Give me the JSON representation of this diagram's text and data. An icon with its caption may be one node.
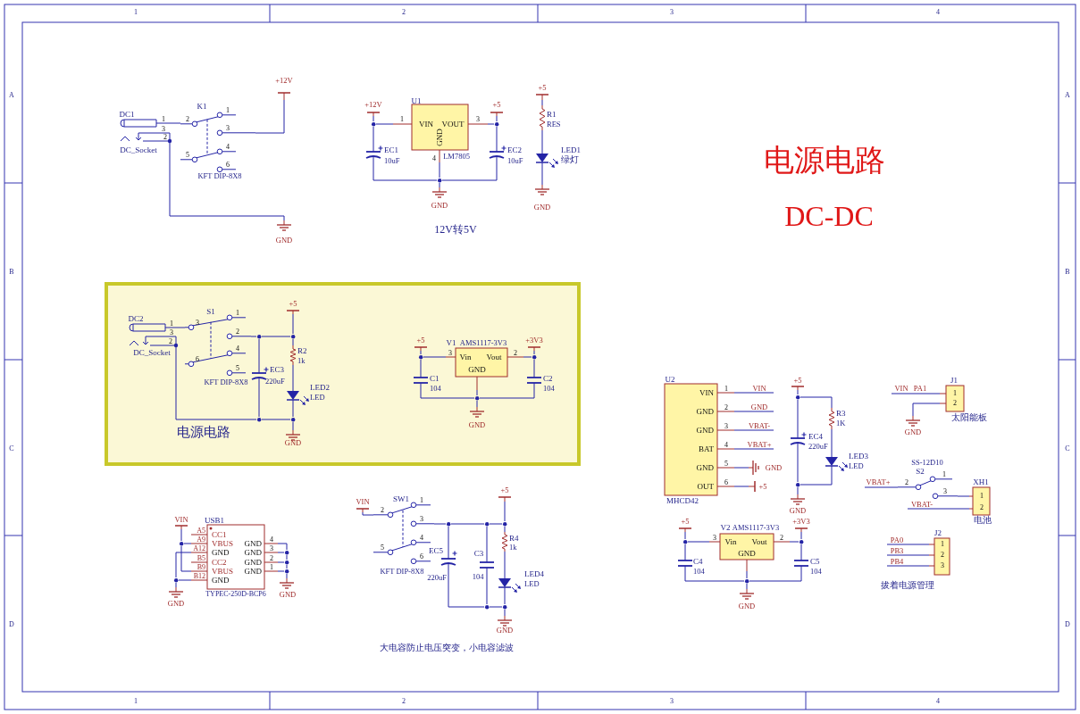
{
  "diagram": {
    "title": "电源电路",
    "nodes": [
      {
        "text": [
          "DC1",
          "1",
          "3",
          "2",
          "DC_Socket"
        ]
      },
      {
        "text": [
          "K1",
          "1",
          "2",
          "3",
          "4",
          "5",
          "6",
          "KFT DIP-8X8"
        ]
      },
      {
        "text": [
          "+12V"
        ]
      },
      {
        "text": [
          "GND"
        ]
      },
      {
        "text": [
          "+12V"
        ]
      },
      {
        "text": [
          "EC1",
          "10uF"
        ]
      },
      {
        "text": [
          "U1",
          "1",
          "VIN",
          "VOUT",
          "3",
          "GND",
          "LM7805",
          "4"
        ]
      },
      {
        "text": [
          "+5"
        ]
      },
      {
        "text": [
          "EC2",
          "10uF"
        ]
      },
      {
        "text": [
          "GND"
        ]
      },
      {
        "text": [
          "+5"
        ]
      },
      {
        "text": [
          "R1",
          "RES"
        ]
      },
      {
        "text": [
          "LED1",
          "绿灯"
        ]
      },
      {
        "text": [
          "GND"
        ]
      },
      {
        "text": [
          "电源电路"
        ]
      },
      {
        "text": [
          "DC2",
          "1",
          "3",
          "2",
          "DC_Socket"
        ],
        "in": 14
      },
      {
        "text": [
          "S1",
          "1",
          "3",
          "2",
          "4",
          "6",
          "5",
          "KFT DIP-8X8"
        ],
        "in": 14
      },
      {
        "text": [
          "+5"
        ],
        "in": 14
      },
      {
        "text": [
          "R2",
          "1k"
        ],
        "in": 14
      },
      {
        "text": [
          "EC3",
          "220uF"
        ],
        "in": 14
      },
      {
        "text": [
          "LED2",
          "LED"
        ],
        "in": 14
      },
      {
        "text": [
          "GND"
        ],
        "in": 14
      },
      {
        "text": [
          "+5"
        ],
        "in": 14
      },
      {
        "text": [
          "C1",
          "104"
        ],
        "in": 14
      },
      {
        "text": [
          "V1",
          "AMS1117-3V3",
          "3",
          "Vin",
          "Vout",
          "2",
          "GND"
        ],
        "in": 14
      },
      {
        "text": [
          "+3V3"
        ],
        "in": 14
      },
      {
        "text": [
          "C2",
          "104"
        ],
        "in": 14
      },
      {
        "text": [
          "GND"
        ],
        "in": 14
      },
      {
        "text": [
          "VIN"
        ]
      },
      {
        "text": [
          "USB1",
          "A5",
          "A9",
          "A12",
          "B5",
          "B9",
          "B12",
          "CC1",
          "VBUS",
          "GND",
          "CC2",
          "VBUS",
          "GND",
          "GND",
          "GND",
          "GND",
          "GND",
          "4",
          "3",
          "2",
          "1",
          "TYPEC-250D-BCP6"
        ]
      },
      {
        "text": [
          "GND"
        ]
      },
      {
        "text": [
          "GND"
        ]
      },
      {
        "text": [
          "VIN"
        ]
      },
      {
        "text": [
          "SW1",
          "1",
          "2",
          "3",
          "4",
          "5",
          "6",
          "KFT DIP-8X8"
        ]
      },
      {
        "text": [
          "+5"
        ]
      },
      {
        "text": [
          "EC5",
          "220uF"
        ]
      },
      {
        "text": [
          "C3",
          "104"
        ]
      },
      {
        "text": [
          "R4",
          "1k"
        ]
      },
      {
        "text": [
          "LED4",
          "LED"
        ]
      },
      {
        "text": [
          "GND"
        ]
      },
      {
        "text": [
          "U2",
          "VIN",
          "GND",
          "GND",
          "BAT",
          "GND",
          "OUT",
          "1",
          "2",
          "3",
          "4",
          "5",
          "6",
          "MHCD42"
        ]
      },
      {
        "text": [
          "VIN"
        ]
      },
      {
        "text": [
          "GND"
        ]
      },
      {
        "text": [
          "VBAT-"
        ]
      },
      {
        "text": [
          "VBAT+"
        ]
      },
      {
        "text": [
          "GND"
        ]
      },
      {
        "text": [
          "+5"
        ]
      },
      {
        "text": [
          "+5"
        ]
      },
      {
        "text": [
          "EC4",
          "220uF"
        ]
      },
      {
        "text": [
          "R3",
          "1K"
        ]
      },
      {
        "text": [
          "LED3",
          "LED"
        ]
      },
      {
        "text": [
          "GND"
        ]
      },
      {
        "text": [
          "VIN",
          "PA1"
        ]
      },
      {
        "text": [
          "J1",
          "1",
          "2",
          "太阳能板"
        ]
      },
      {
        "text": [
          "GND"
        ]
      },
      {
        "text": [
          "SS-12D10",
          "S2",
          "1",
          "2",
          "3"
        ]
      },
      {
        "text": [
          "VBAT+"
        ]
      },
      {
        "text": [
          "VBAT-"
        ]
      },
      {
        "text": [
          "XH1",
          "1",
          "2",
          "电池"
        ]
      },
      {
        "text": [
          "J2",
          "1",
          "2",
          "3"
        ],
        "beside": [
          "拔着电源管理"
        ]
      },
      {
        "text": [
          "PA0"
        ]
      },
      {
        "text": [
          "PB3"
        ]
      },
      {
        "text": [
          "PB4"
        ]
      },
      {
        "text": [
          "+5"
        ]
      },
      {
        "text": [
          "C4",
          "104"
        ]
      },
      {
        "text": [
          "V2",
          "AMS1117-3V3",
          "3",
          "Vin",
          "Vout",
          "2",
          "GND"
        ]
      },
      {
        "text": [
          "+3V3"
        ]
      },
      {
        "text": [
          "C5",
          "104"
        ]
      },
      {
        "text": [
          "GND"
        ]
      },
      {
        "text": [],
        "shape": "circle"
      },
      {
        "text": [],
        "shape": "circle"
      },
      {
        "text": [],
        "shape": "circle"
      },
      {
        "text": [],
        "shape": "circle",
        "in": 14
      },
      {
        "text": [],
        "shape": "circle",
        "in": 14
      },
      {
        "text": [],
        "shape": "circle",
        "in": 14
      },
      {
        "text": [],
        "shape": "circle",
        "in": 14
      },
      {
        "text": [],
        "shape": "circle",
        "in": 14
      },
      {
        "text": [],
        "shape": "circle",
        "in": 14
      },
      {
        "text": [],
        "shape": "circle",
        "in": 14
      },
      {
        "text": [],
        "shape": "circle"
      },
      {
        "text": [],
        "shape": "circle"
      },
      {
        "text": [],
        "shape": "circle"
      },
      {
        "text": [],
        "shape": "circle"
      },
      {
        "text": [],
        "shape": "circle"
      },
      {
        "text": [],
        "shape": "circle"
      },
      {
        "text": [],
        "shape": "circle"
      },
      {
        "text": [],
        "shape": "circle"
      },
      {
        "text": [],
        "shape": "circle"
      },
      {
        "text": [],
        "shape": "circle"
      },
      {
        "text": [],
        "shape": "circle"
      },
      {
        "text": [],
        "shape": "circle"
      },
      {
        "text": [],
        "shape": "circle"
      },
      {
        "text": [],
        "shape": "circle"
      },
      {
        "text": [],
        "shape": "circle"
      }
    ],
    "edges": [
      {
        "from": 0,
        "to": 1,
        "arrow": "none"
      },
      {
        "from": 1,
        "to": 2,
        "arrow": "none"
      },
      {
        "from": 0,
        "to": 3,
        "arrow": "none"
      },
      {
        "from": 4,
        "to": 69,
        "arrow": "none"
      },
      {
        "from": 69,
        "to": 6,
        "arrow": "none"
      },
      {
        "from": 69,
        "to": 5,
        "arrow": "none"
      },
      {
        "from": 5,
        "to": 70,
        "arrow": "none"
      },
      {
        "from": 6,
        "to": 70,
        "arrow": "none"
      },
      {
        "from": 8,
        "to": 70,
        "arrow": "none"
      },
      {
        "from": 70,
        "to": 9,
        "arrow": "none"
      },
      {
        "from": 6,
        "to": 71,
        "arrow": "none"
      },
      {
        "from": 71,
        "to": 7,
        "arrow": "none"
      },
      {
        "from": 71,
        "to": 8,
        "arrow": "none"
      },
      {
        "from": 10,
        "to": 11,
        "arrow": "none"
      },
      {
        "from": 11,
        "to": 12,
        "arrow": "none"
      },
      {
        "from": 12,
        "to": 13,
        "arrow": "none"
      },
      {
        "from": 15,
        "to": 16,
        "arrow": "none"
      },
      {
        "from": 16,
        "to": 72,
        "arrow": "none"
      },
      {
        "from": 72,
        "to": 73,
        "arrow": "none"
      },
      {
        "from": 72,
        "to": 19,
        "arrow": "none"
      },
      {
        "from": 17,
        "to": 73,
        "arrow": "none"
      },
      {
        "from": 73,
        "to": 18,
        "arrow": "none"
      },
      {
        "from": 18,
        "to": 20,
        "arrow": "none"
      },
      {
        "from": 20,
        "to": 75,
        "arrow": "none"
      },
      {
        "from": 19,
        "to": 74,
        "arrow": "none"
      },
      {
        "from": 15,
        "to": 74,
        "arrow": "none"
      },
      {
        "from": 74,
        "to": 75,
        "arrow": "none"
      },
      {
        "from": 75,
        "to": 21,
        "arrow": "none"
      },
      {
        "from": 22,
        "to": 76,
        "arrow": "none"
      },
      {
        "from": 76,
        "to": 24,
        "arrow": "none"
      },
      {
        "from": 76,
        "to": 23,
        "arrow": "none"
      },
      {
        "from": 24,
        "to": 77,
        "arrow": "none"
      },
      {
        "from": 77,
        "to": 25,
        "arrow": "none"
      },
      {
        "from": 77,
        "to": 26,
        "arrow": "none"
      },
      {
        "from": 23,
        "to": 78,
        "arrow": "none"
      },
      {
        "from": 26,
        "to": 78,
        "arrow": "none"
      },
      {
        "from": 24,
        "to": 78,
        "arrow": "none"
      },
      {
        "from": 78,
        "to": 27,
        "arrow": "none"
      },
      {
        "from": 28,
        "to": 79,
        "arrow": "none"
      },
      {
        "from": 79,
        "to": 29,
        "arrow": "none"
      },
      {
        "from": 79,
        "to": 29,
        "arrow": "none"
      },
      {
        "from": 29,
        "to": 80,
        "arrow": "none"
      },
      {
        "from": 29,
        "to": 80,
        "arrow": "none"
      },
      {
        "from": 80,
        "to": 30,
        "arrow": "none"
      },
      {
        "from": 29,
        "to": 81,
        "arrow": "none"
      },
      {
        "from": 29,
        "to": 81,
        "arrow": "none"
      },
      {
        "from": 81,
        "to": 82,
        "arrow": "none"
      },
      {
        "from": 29,
        "to": 82,
        "arrow": "none"
      },
      {
        "from": 82,
        "to": 83,
        "arrow": "none"
      },
      {
        "from": 29,
        "to": 83,
        "arrow": "none"
      },
      {
        "from": 83,
        "to": 31,
        "arrow": "none"
      },
      {
        "from": 32,
        "to": 33,
        "arrow": "none"
      },
      {
        "from": 33,
        "to": 84,
        "arrow": "none"
      },
      {
        "from": 84,
        "to": 35,
        "arrow": "none"
      },
      {
        "from": 84,
        "to": 85,
        "arrow": "none"
      },
      {
        "from": 85,
        "to": 36,
        "arrow": "none"
      },
      {
        "from": 85,
        "to": 86,
        "arrow": "none"
      },
      {
        "from": 34,
        "to": 86,
        "arrow": "none"
      },
      {
        "from": 86,
        "to": 37,
        "arrow": "none"
      },
      {
        "from": 37,
        "to": 38,
        "arrow": "none"
      },
      {
        "from": 38,
        "to": 88,
        "arrow": "none"
      },
      {
        "from": 35,
        "to": 87,
        "arrow": "none"
      },
      {
        "from": 36,
        "to": 87,
        "arrow": "none"
      },
      {
        "from": 87,
        "to": 88,
        "arrow": "none"
      },
      {
        "from": 88,
        "to": 39,
        "arrow": "none"
      },
      {
        "from": 40,
        "to": 41,
        "arrow": "none"
      },
      {
        "from": 40,
        "to": 42,
        "arrow": "none"
      },
      {
        "from": 40,
        "to": 43,
        "arrow": "none"
      },
      {
        "from": 40,
        "to": 44,
        "arrow": "none"
      },
      {
        "from": 40,
        "to": 45,
        "arrow": "none"
      },
      {
        "from": 40,
        "to": 46,
        "arrow": "none"
      },
      {
        "from": 47,
        "to": 89,
        "arrow": "none"
      },
      {
        "from": 89,
        "to": 48,
        "arrow": "none"
      },
      {
        "from": 89,
        "to": 49,
        "arrow": "none"
      },
      {
        "from": 49,
        "to": 50,
        "arrow": "none"
      },
      {
        "from": 50,
        "to": 90,
        "arrow": "none"
      },
      {
        "from": 48,
        "to": 90,
        "arrow": "none"
      },
      {
        "from": 90,
        "to": 51,
        "arrow": "none"
      },
      {
        "from": 52,
        "to": 53,
        "arrow": "none"
      },
      {
        "from": 53,
        "to": 54,
        "arrow": "none"
      },
      {
        "from": 56,
        "to": 55,
        "arrow": "none"
      },
      {
        "from": 55,
        "to": 58,
        "arrow": "none"
      },
      {
        "from": 57,
        "to": 58,
        "arrow": "none"
      },
      {
        "from": 60,
        "to": 59,
        "arrow": "none"
      },
      {
        "from": 61,
        "to": 59,
        "arrow": "none"
      },
      {
        "from": 62,
        "to": 59,
        "arrow": "none"
      },
      {
        "from": 63,
        "to": 91,
        "arrow": "none"
      },
      {
        "from": 91,
        "to": 65,
        "arrow": "none"
      },
      {
        "from": 91,
        "to": 64,
        "arrow": "none"
      },
      {
        "from": 65,
        "to": 92,
        "arrow": "none"
      },
      {
        "from": 92,
        "to": 66,
        "arrow": "none"
      },
      {
        "from": 92,
        "to": 67,
        "arrow": "none"
      },
      {
        "from": 64,
        "to": 93,
        "arrow": "none"
      },
      {
        "from": 67,
        "to": 93,
        "arrow": "none"
      },
      {
        "from": 65,
        "to": 93,
        "arrow": "none"
      },
      {
        "from": 93,
        "to": 68,
        "arrow": "none"
      }
    ],
    "labels": [
      "1",
      "2",
      "3",
      "4",
      "A",
      "A",
      "DC-DC",
      "12V转5V",
      "B",
      "B",
      "C",
      "C",
      "D",
      "D",
      "大电容防止电压突变，小电容滤波",
      "1",
      "2",
      "3",
      "4"
    ]
  }
}
